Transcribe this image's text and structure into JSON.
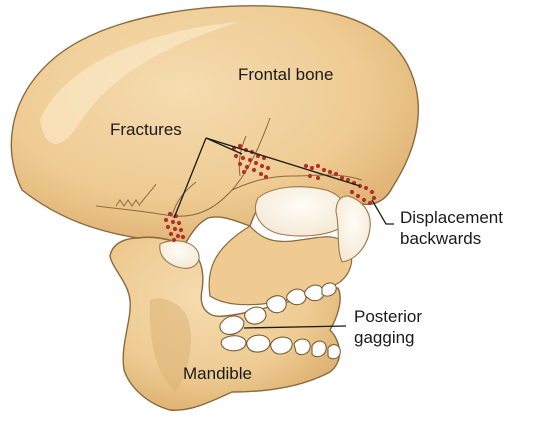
{
  "labels": {
    "frontal_bone": "Frontal bone",
    "fractures": "Fractures",
    "displacement": [
      "Displacement",
      "backwards"
    ],
    "posterior_gagging": [
      "Posterior",
      "gagging"
    ],
    "mandible": "Mandible"
  },
  "colors": {
    "bone_fill": "#f0cf9a",
    "bone_shadow": "#c99e61",
    "bone_outline": "#8a6a3e",
    "fracture_dots": "#b3302a",
    "suture_line": "#8c6a3c",
    "leader_line": "#1a1a1a"
  }
}
